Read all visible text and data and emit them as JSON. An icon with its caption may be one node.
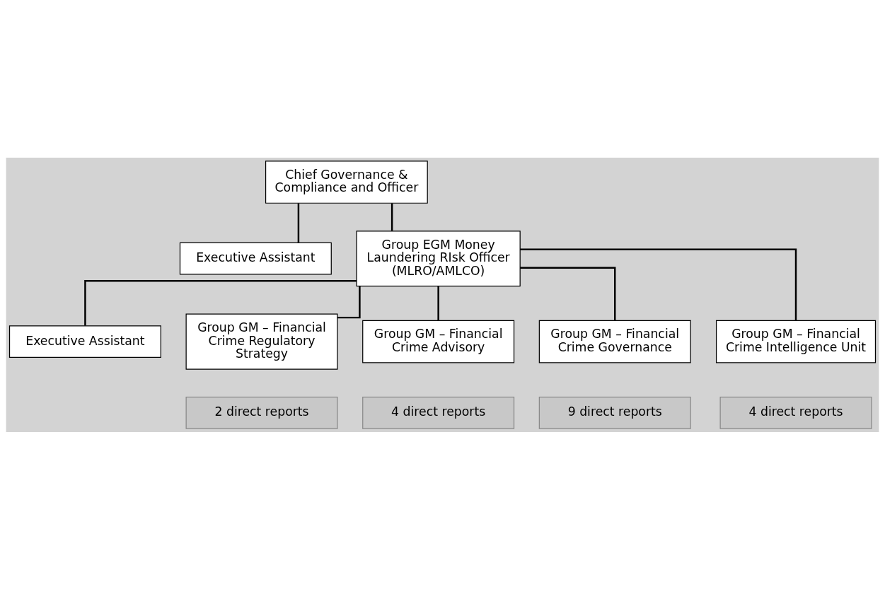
{
  "diagram": {
    "nodes": [
      {
        "text": [
          "Chief Governance & Compliance and Officer"
        ]
      },
      {
        "text": [
          "Executive Assistant"
        ]
      },
      {
        "text": [
          "Group EGM Money Laundering RIsk Officer (MLRO/AMLCO)"
        ]
      },
      {
        "text": [
          "Executive Assistant"
        ]
      },
      {
        "text": [
          "Group GM – Financial Crime Regulatory Strategy"
        ]
      },
      {
        "text": [
          "Group GM – Financial Crime Advisory"
        ]
      },
      {
        "text": [
          "Group GM – Financial Crime Governance"
        ]
      },
      {
        "text": [
          "Group GM – Financial Crime Intelligence Unit"
        ]
      },
      {
        "text": [
          "2 direct reports"
        ]
      },
      {
        "text": [
          "4 direct reports"
        ]
      },
      {
        "text": [
          "9 direct reports"
        ]
      },
      {
        "text": [
          "4 direct reports"
        ]
      }
    ],
    "edges": [
      {
        "from": 0,
        "to": 1,
        "arrow": "none"
      },
      {
        "from": 0,
        "to": 2,
        "arrow": "none"
      },
      {
        "from": 2,
        "to": 3,
        "arrow": "none"
      },
      {
        "from": 2,
        "to": 4,
        "arrow": "none"
      },
      {
        "from": 2,
        "to": 5,
        "arrow": "none"
      },
      {
        "from": 2,
        "to": 6,
        "arrow": "none"
      },
      {
        "from": 2,
        "to": 7,
        "arrow": "none"
      }
    ]
  }
}
